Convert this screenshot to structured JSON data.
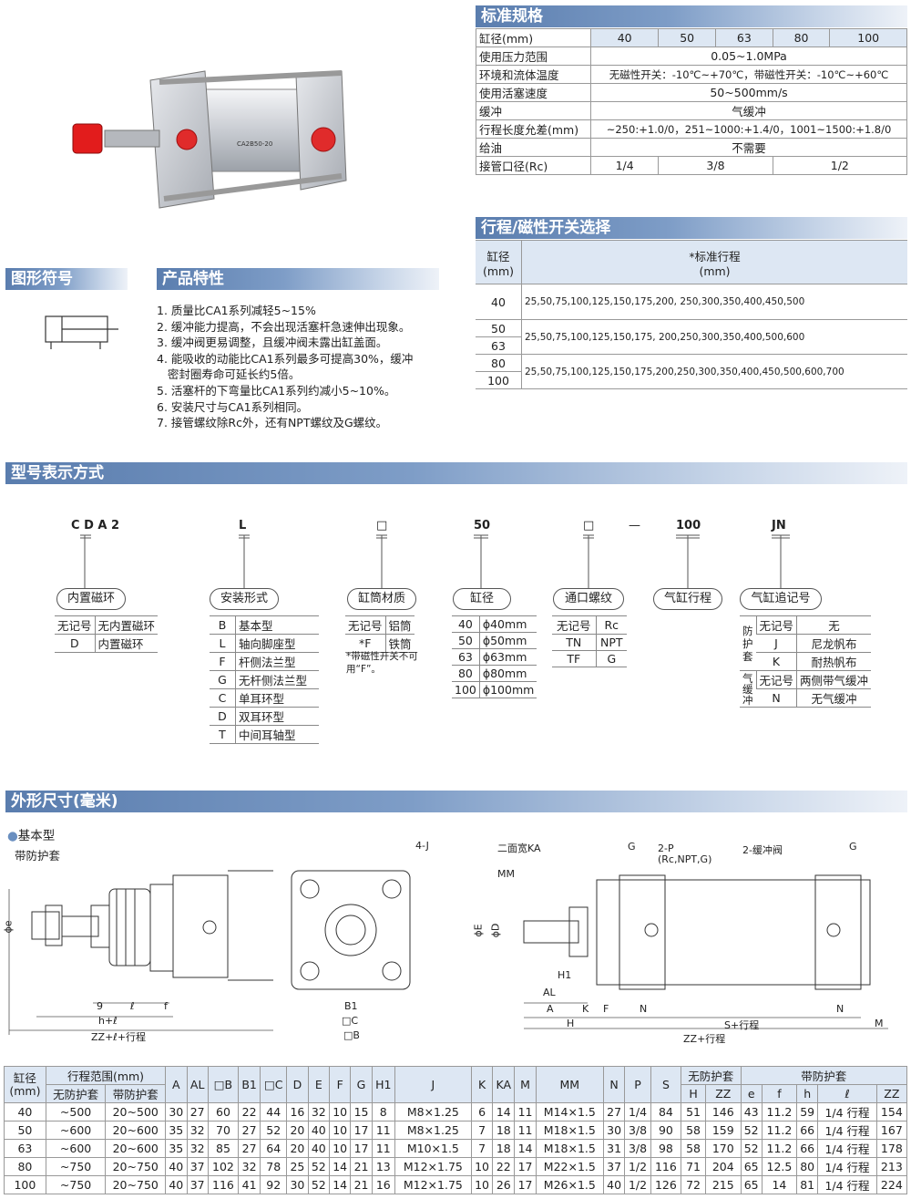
{
  "spec": {
    "title": "标准规格",
    "rows": [
      {
        "k": "缸径(mm)",
        "v": [
          "40",
          "50",
          "63",
          "80",
          "100"
        ]
      },
      {
        "k": "使用压力范围",
        "v": "0.05~1.0MPa"
      },
      {
        "k": "环境和流体温度",
        "v": "无磁性开关：-10℃~+70℃，带磁性开关：-10℃~+60℃"
      },
      {
        "k": "使用活塞速度",
        "v": "50~500mm/s"
      },
      {
        "k": "缓冲",
        "v": "气缓冲"
      },
      {
        "k": "行程长度允差(mm)",
        "v": "~250:+1.0/0，251~1000:+1.4/0，1001~1500:+1.8/0"
      },
      {
        "k": "给油",
        "v": "不需要"
      },
      {
        "k": "接管口径(Rc)",
        "v": [
          "1/4",
          "3/8",
          "1/2"
        ]
      }
    ]
  },
  "stroke": {
    "title": "行程/磁性开关选择",
    "h1": "缸径",
    "h1b": "(mm)",
    "h2": "*标准行程",
    "h2b": "(mm)",
    "rows": [
      {
        "bore": "40",
        "strokes": "25,50,75,100,125,150,175,200, 250,300,350,400,450,500"
      },
      {
        "bore": "50",
        "strokes": ""
      },
      {
        "bore": "63",
        "strokes": "25,50,75,100,125,150,175, 200,250,300,350,400,500,600"
      },
      {
        "bore": "80",
        "strokes": ""
      },
      {
        "bore": "100",
        "strokes": "25,50,75,100,125,150,175,200,250,300,350,400,450,500,600,700"
      }
    ]
  },
  "symbol_title": "图形符号",
  "features": {
    "title": "产品特性",
    "items": [
      "1. 质量比CA1系列减轻5~15%",
      "2. 缓冲能力提高，不会出现活塞杆急速伸出现象。",
      "3. 缓冲阀更易调整，且缓冲阀未露出缸盖面。",
      "4. 能吸收的动能比CA1系列最多可提高30%，缓冲",
      "   密封圈寿命可延长约5倍。",
      "5. 活塞杆的下弯量比CA1系列约减小5~10%。",
      "6. 安装尺寸与CA1系列相同。",
      "7. 接管螺纹除Rc外，还有NPT螺纹及G螺纹。"
    ]
  },
  "model": {
    "title": "型号表示方式",
    "codes": [
      "C D A 2",
      "L",
      "□",
      "50",
      "□",
      "—",
      "100",
      "JN"
    ],
    "pills": [
      "内置磁环",
      "安装形式",
      "缸筒材质",
      "缸径",
      "通口螺纹",
      "气缸行程",
      "气缸追记号"
    ],
    "magnet": [
      [
        "无记号",
        "无内置磁环"
      ],
      [
        "D",
        "内置磁环"
      ]
    ],
    "mount": [
      [
        "B",
        "基本型"
      ],
      [
        "L",
        "轴向脚座型"
      ],
      [
        "F",
        "杆侧法兰型"
      ],
      [
        "G",
        "无杆侧法兰型"
      ],
      [
        "C",
        "单耳环型"
      ],
      [
        "D",
        "双耳环型"
      ],
      [
        "T",
        "中间耳轴型"
      ]
    ],
    "material": [
      [
        "无记号",
        "铝筒"
      ],
      [
        "*F",
        "铁筒"
      ]
    ],
    "material_note": "*带磁性开关不可用“F”。",
    "bore": [
      [
        "40",
        "ϕ40mm"
      ],
      [
        "50",
        "ϕ50mm"
      ],
      [
        "63",
        "ϕ63mm"
      ],
      [
        "80",
        "ϕ80mm"
      ],
      [
        "100",
        "ϕ100mm"
      ]
    ],
    "port": [
      [
        "无记号",
        "Rc"
      ],
      [
        "TN",
        "NPT"
      ],
      [
        "TF",
        "G"
      ]
    ],
    "suffix_g1": "防护套",
    "suffix_g2": "气缓冲",
    "suffix": [
      [
        "无记号",
        "无"
      ],
      [
        "J",
        "尼龙帆布"
      ],
      [
        "K",
        "耐热帆布"
      ],
      [
        "无记号",
        "两侧带气缓冲"
      ],
      [
        "N",
        "无气缓冲"
      ]
    ]
  },
  "dims": {
    "title": "外形尺寸(毫米)",
    "subtitle": "基本型",
    "sub2": "带防护套",
    "labels": [
      "4-J",
      "二面宽KA",
      "2-P",
      "(Rc,NPT,G)",
      "2-缓冲阀",
      "MM",
      "ϕe",
      "ϕE",
      "ϕD",
      "H1",
      "AL",
      "A",
      "K",
      "F",
      "N",
      "H",
      "S+行程",
      "ZZ+行程",
      "9",
      "ℓ",
      "f",
      "h+ℓ",
      "ZZ+ℓ+行程",
      "B1",
      "□C",
      "□B",
      "G",
      "M"
    ],
    "header1": [
      "缸径\n(mm)",
      "行程范围(mm)",
      "A",
      "AL",
      "□B",
      "B1",
      "□C",
      "D",
      "E",
      "F",
      "G",
      "H1",
      "J",
      "K",
      "KA",
      "M",
      "MM",
      "N",
      "P",
      "S",
      "无防护套",
      "带防护套"
    ],
    "header2": [
      "无防护套",
      "带防护套",
      "H",
      "ZZ",
      "e",
      "f",
      "h",
      "ℓ",
      "ZZ"
    ],
    "rows": [
      [
        "40",
        "~500",
        "20~500",
        "30",
        "27",
        "60",
        "22",
        "44",
        "16",
        "32",
        "10",
        "15",
        "8",
        "M8×1.25",
        "6",
        "14",
        "11",
        "M14×1.5",
        "27",
        "1/4",
        "84",
        "51",
        "146",
        "43",
        "11.2",
        "59",
        "1/4 行程",
        "154"
      ],
      [
        "50",
        "~600",
        "20~600",
        "35",
        "32",
        "70",
        "27",
        "52",
        "20",
        "40",
        "10",
        "17",
        "11",
        "M8×1.25",
        "7",
        "18",
        "11",
        "M18×1.5",
        "30",
        "3/8",
        "90",
        "58",
        "159",
        "52",
        "11.2",
        "66",
        "1/4 行程",
        "167"
      ],
      [
        "63",
        "~600",
        "20~600",
        "35",
        "32",
        "85",
        "27",
        "64",
        "20",
        "40",
        "10",
        "17",
        "11",
        "M10×1.5",
        "7",
        "18",
        "14",
        "M18×1.5",
        "31",
        "3/8",
        "98",
        "58",
        "170",
        "52",
        "11.2",
        "66",
        "1/4 行程",
        "178"
      ],
      [
        "80",
        "~750",
        "20~750",
        "40",
        "37",
        "102",
        "32",
        "78",
        "25",
        "52",
        "14",
        "21",
        "13",
        "M12×1.75",
        "10",
        "22",
        "17",
        "M22×1.5",
        "37",
        "1/2",
        "116",
        "71",
        "204",
        "65",
        "12.5",
        "80",
        "1/4 行程",
        "213"
      ],
      [
        "100",
        "~750",
        "20~750",
        "40",
        "37",
        "116",
        "41",
        "92",
        "30",
        "52",
        "14",
        "21",
        "16",
        "M12×1.75",
        "10",
        "26",
        "17",
        "M26×1.5",
        "40",
        "1/2",
        "126",
        "72",
        "215",
        "65",
        "14",
        "81",
        "1/4 行程",
        "224"
      ]
    ]
  }
}
